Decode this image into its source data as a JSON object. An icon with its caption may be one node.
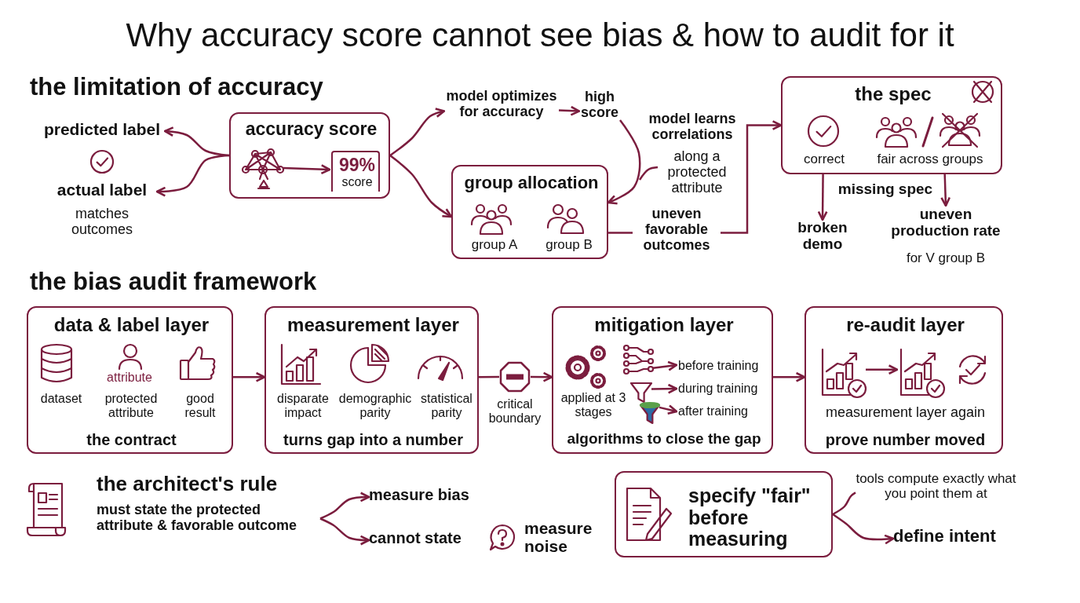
{
  "diagram": {
    "title": "Why accuracy score cannot see bias & how to audit for it",
    "nodes": [
      {
        "text": [
          "accuracy score"
        ]
      },
      {
        "text": [],
        "shape": "network",
        "in": 0
      },
      {
        "text": [
          "99%",
          "score"
        ],
        "in": 0
      },
      {
        "text": [
          "predicted label"
        ]
      },
      {
        "text": [
          "actual label"
        ]
      },
      {
        "text": [
          "model optimizes for accuracy"
        ]
      },
      {
        "text": [
          "high score"
        ]
      },
      {
        "text": [
          "group allocation",
          "group A",
          "group B"
        ]
      },
      {
        "text": [
          "along a protected attribute"
        ]
      },
      {
        "text": [
          "the spec",
          "correct",
          "fair across groups"
        ]
      },
      {
        "text": [
          "broken demo"
        ]
      },
      {
        "text": [
          "uneven production rate",
          "for V group B"
        ]
      },
      {
        "text": [
          "data & label layer",
          "dataset",
          "protected attribute",
          "good result",
          "the contract"
        ]
      },
      {
        "text": [
          "measurement layer",
          "disparate impact",
          "demographic parity",
          "statistical parity",
          "turns gap into a number"
        ]
      },
      {
        "text": [],
        "shape": "octagon",
        "beside": [
          "critical boundary"
        ]
      },
      {
        "text": [
          "mitigation layer",
          "applied at 3 stages",
          "algorithms to close the gap"
        ]
      },
      {
        "text": [],
        "shape": "branches",
        "in": 15
      },
      {
        "text": [],
        "shape": "funnel",
        "in": 15
      },
      {
        "text": [],
        "shape": "funnel",
        "in": 15
      },
      {
        "text": [
          "before training"
        ],
        "in": 15
      },
      {
        "text": [
          "during training"
        ],
        "in": 15
      },
      {
        "text": [
          "after training"
        ],
        "in": 15
      },
      {
        "text": [
          "re-audit layer",
          "measurement layer again",
          "prove number moved"
        ]
      },
      {
        "text": [],
        "shape": "chart",
        "in": 22
      },
      {
        "text": [],
        "shape": "chart",
        "in": 22
      },
      {
        "text": [
          "the architect's rule",
          "must state the protected attribute & favorable outcome"
        ]
      },
      {
        "text": [
          "measure bias"
        ]
      },
      {
        "text": [
          "cannot state"
        ]
      },
      {
        "text": [
          "specify \"fair\" before measuring"
        ]
      },
      {
        "text": [
          "tools compute exactly what you point them at"
        ]
      },
      {
        "text": [
          "define intent"
        ]
      }
    ],
    "edges": [
      {
        "from": 1,
        "to": 2,
        "arrow": "to"
      },
      {
        "from": 0,
        "to": 3,
        "arrow": "to"
      },
      {
        "from": 0,
        "to": 4,
        "arrow": "to"
      },
      {
        "from": 0,
        "to": 5,
        "arrow": "to"
      },
      {
        "from": 0,
        "to": 7,
        "arrow": "to"
      },
      {
        "from": 5,
        "to": 6,
        "arrow": "to"
      },
      {
        "from": 6,
        "to": 7,
        "arrow": "to",
        "label": "model learns correlations"
      },
      {
        "from": 8,
        "to": null,
        "arrow": "none"
      },
      {
        "from": 7,
        "to": 9,
        "arrow": "to",
        "label": "uneven favorable outcomes"
      },
      {
        "from": 9,
        "to": 10,
        "arrow": "to"
      },
      {
        "from": 9,
        "to": 11,
        "arrow": "to"
      },
      {
        "from": 12,
        "to": 13,
        "arrow": "to"
      },
      {
        "from": 13,
        "to": 14,
        "arrow": "none"
      },
      {
        "from": 14,
        "to": 15,
        "arrow": "to"
      },
      {
        "from": 15,
        "to": 22,
        "arrow": "to"
      },
      {
        "from": 16,
        "to": 19,
        "arrow": "to"
      },
      {
        "from": 17,
        "to": 20,
        "arrow": "to"
      },
      {
        "from": 18,
        "to": 21,
        "arrow": "to"
      },
      {
        "from": 23,
        "to": 24,
        "arrow": "to"
      },
      {
        "from": 25,
        "to": 26,
        "arrow": "to"
      },
      {
        "from": 25,
        "to": 27,
        "arrow": "to"
      },
      {
        "from": 28,
        "to": 29,
        "arrow": "none"
      },
      {
        "from": 28,
        "to": 30,
        "arrow": "to"
      }
    ],
    "labels": [
      "the limitation of accuracy",
      "matches outcomes",
      "missing spec",
      "the bias audit framework",
      "attribute",
      "measure noise"
    ]
  }
}
